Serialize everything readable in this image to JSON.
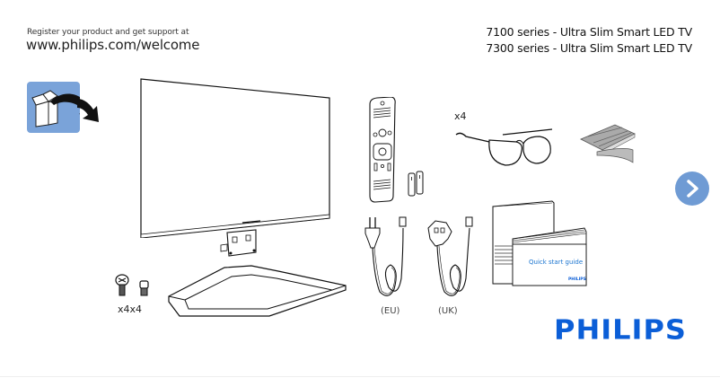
{
  "header": {
    "register_text": "Register your product and get support at",
    "url": "www.philips.com/welcome",
    "series_lines": [
      "7100 series - Ultra Slim Smart LED TV",
      "7300 series - Ultra Slim Smart LED TV"
    ]
  },
  "contents": {
    "screws_qty": "x4x4",
    "glasses_qty": "x4",
    "power_cords": [
      {
        "label": "(EU)"
      },
      {
        "label": "(UK)"
      }
    ],
    "quick_start_guide": {
      "title": "Quick start guide",
      "brand": "PHILIPS"
    }
  },
  "navigation": {
    "next_icon": "chevron-right-icon"
  },
  "brand": {
    "logo_text": "PHILIPS",
    "color": "#0b5ed7"
  },
  "colors": {
    "accent_blue": "#6f9bd4",
    "icon_bg": "#7aa3d9"
  }
}
